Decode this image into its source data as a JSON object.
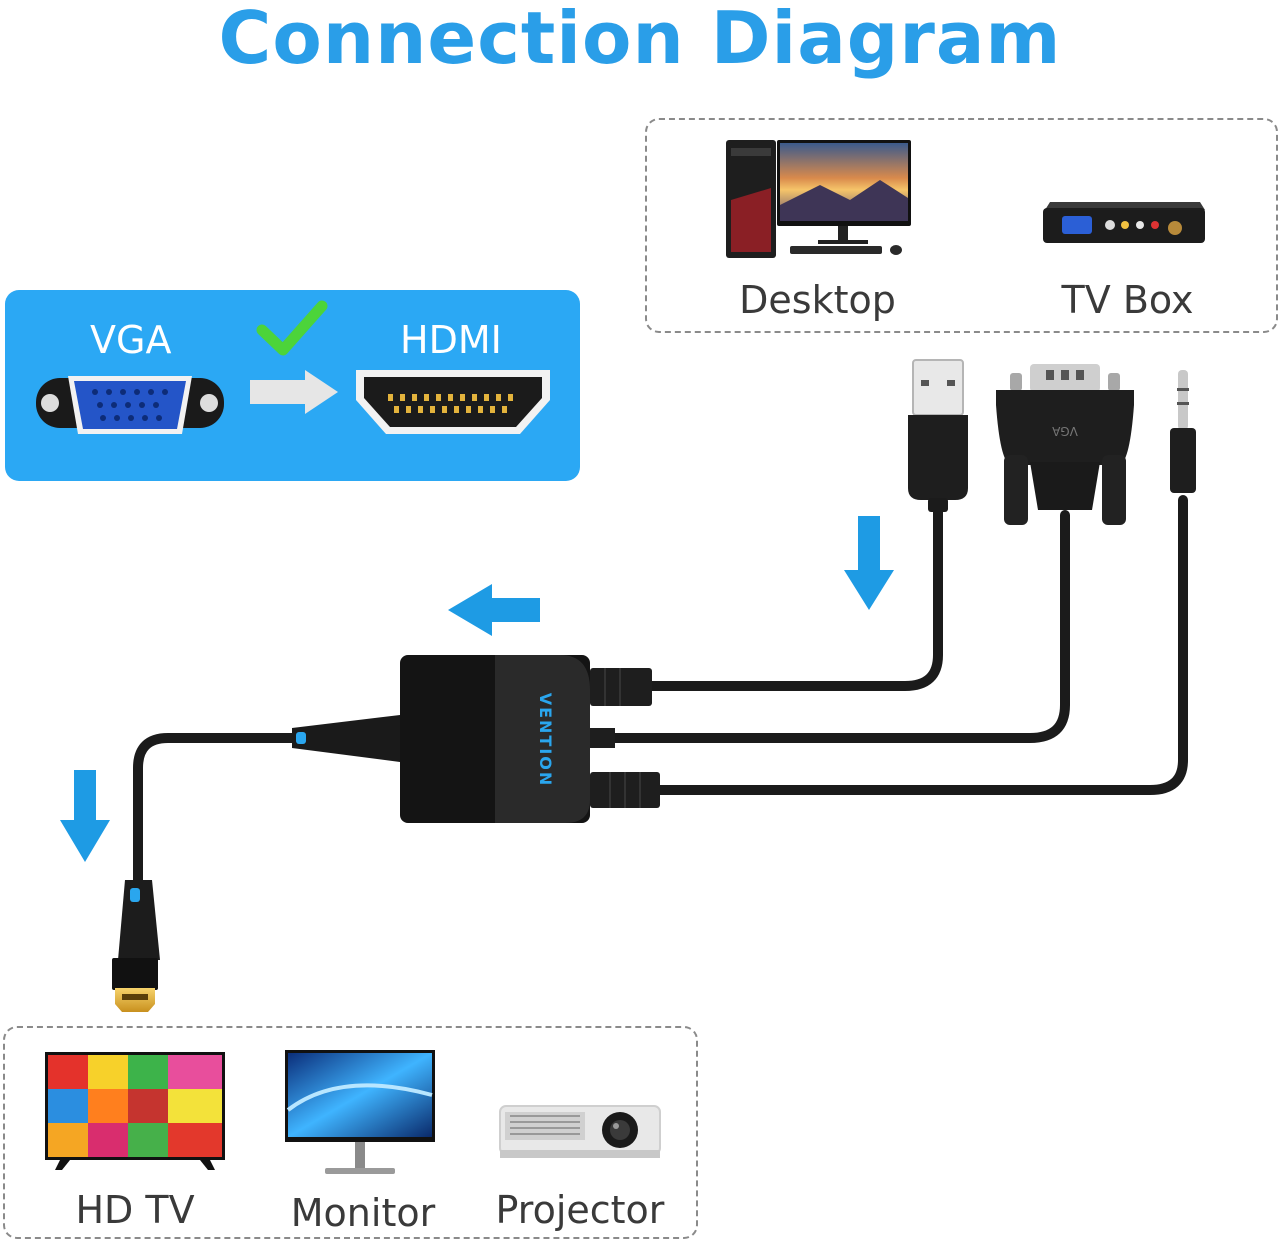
{
  "title": "Connection Diagram",
  "input_devices": [
    {
      "label": "Desktop",
      "icon": "desktop-computer-icon"
    },
    {
      "label": "TV Box",
      "icon": "tv-box-icon"
    }
  ],
  "conversion": {
    "from": "VGA",
    "to": "HDMI",
    "from_icon": "vga-port-icon",
    "to_icon": "hdmi-port-icon",
    "check_icon": "check-icon",
    "arrow_icon": "arrow-right-icon"
  },
  "output_devices": [
    {
      "label": "HD TV",
      "icon": "hd-tv-icon"
    },
    {
      "label": "Monitor",
      "icon": "monitor-icon"
    },
    {
      "label": "Projector",
      "icon": "projector-icon"
    }
  ],
  "cables": {
    "connectors": [
      "usb-plug-icon",
      "vga-plug-icon",
      "audio-jack-icon",
      "hdmi-plug-icon"
    ],
    "vga_plug_text": "VGA",
    "adapter_brand": "VENTION",
    "adapter_icon": "adapter-box-icon"
  },
  "colors": {
    "accent": "#2a9ee8",
    "panel": "#2ba8f4",
    "arrow": "#1e9be4",
    "check": "#4cd43a",
    "cable": "#1b1b1b"
  }
}
